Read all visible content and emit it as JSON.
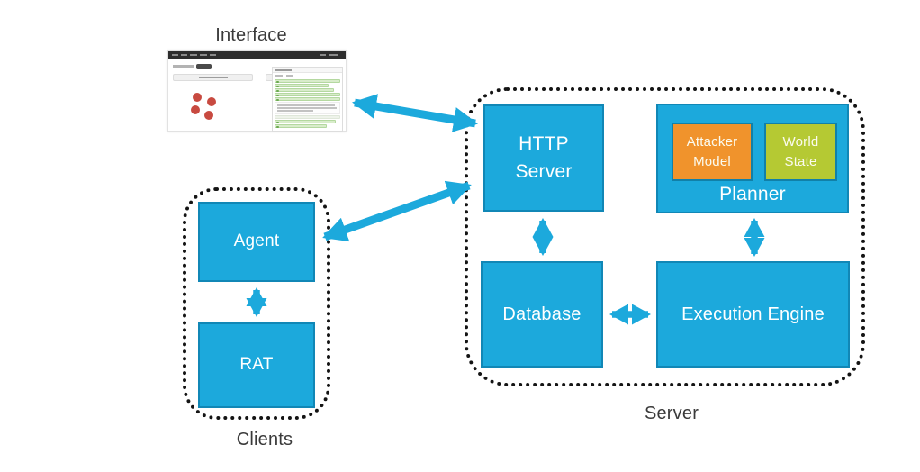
{
  "diagram_title": "System architecture diagram",
  "colors": {
    "box_cyan": "#1CA9DC",
    "box_border": "#1187B6",
    "attacker_orange": "#F0932C",
    "world_green": "#B5C933",
    "arrow_cyan": "#1CA9DC",
    "group_dotted_border": "#141414",
    "label_text": "#3A3A3A",
    "box_text": "#FFFFFF",
    "thumb_node_red": "#C84A40",
    "thumb_log_green": "#D8ECCA"
  },
  "interface": {
    "label": "Interface"
  },
  "clients": {
    "label": "Clients",
    "agent_label": "Agent",
    "rat_label": "RAT"
  },
  "server": {
    "label": "Server",
    "http_server_label": "HTTP\nServer",
    "database_label": "Database",
    "execution_engine_label": "Execution Engine",
    "planner_label": "Planner",
    "attacker_model_label": "Attacker\nModel",
    "world_state_label": "World\nState"
  }
}
